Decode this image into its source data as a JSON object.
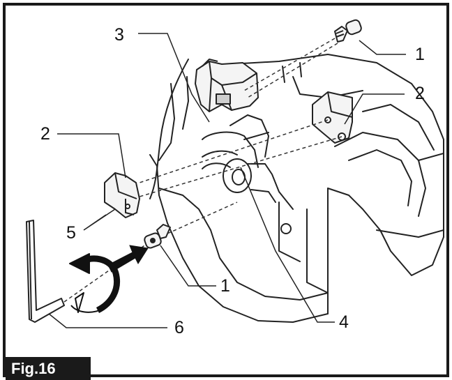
{
  "figure": {
    "label": "Fig.16"
  },
  "callouts": [
    {
      "id": "c1a",
      "text": "1"
    },
    {
      "id": "c1b",
      "text": "1"
    },
    {
      "id": "c2a",
      "text": "2"
    },
    {
      "id": "c2b",
      "text": "2"
    },
    {
      "id": "c3",
      "text": "3"
    },
    {
      "id": "c4",
      "text": "4"
    },
    {
      "id": "c5",
      "text": "5"
    },
    {
      "id": "c6",
      "text": "6"
    }
  ],
  "colors": {
    "border": "#1a1a1a",
    "ink": "#222222",
    "label_bg": "#1a1a1a",
    "label_text": "#ffffff"
  }
}
